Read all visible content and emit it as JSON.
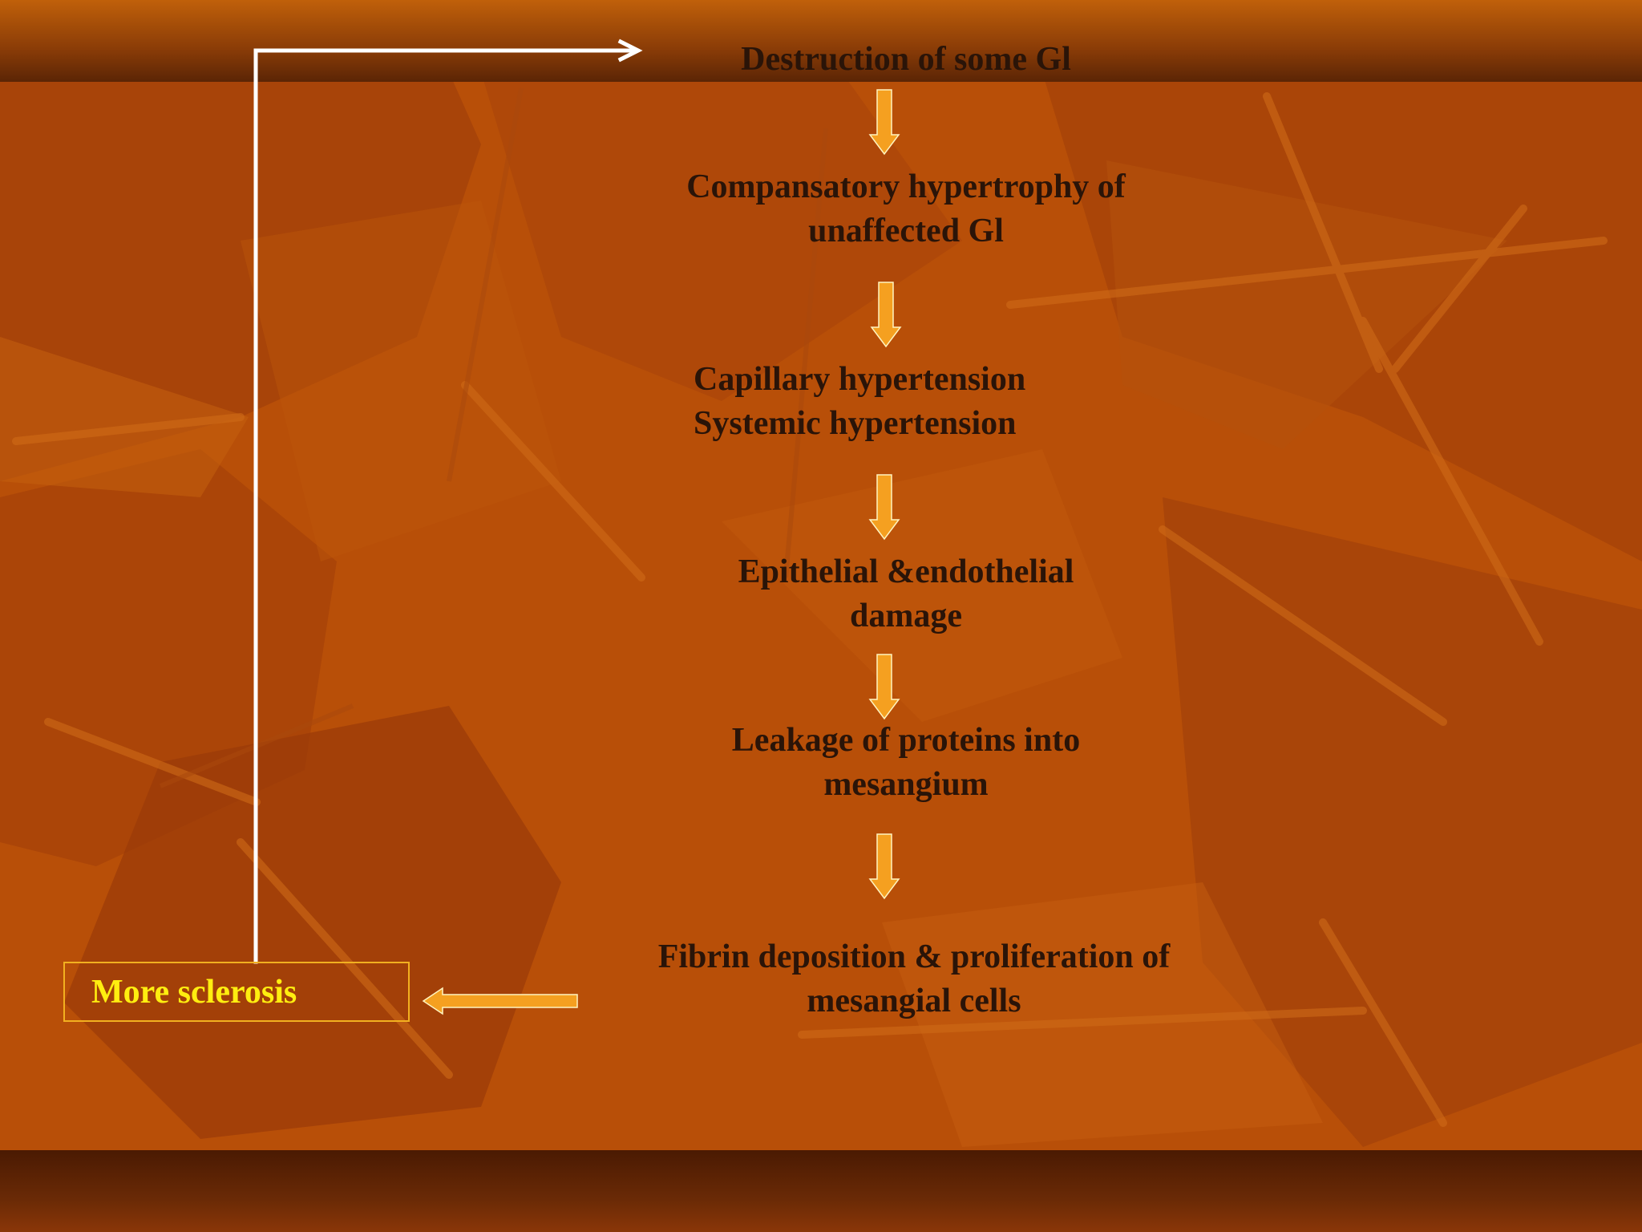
{
  "steps": [
    {
      "id": "destruction",
      "lines": [
        "Destruction of some Gl"
      ]
    },
    {
      "id": "hypertrophy",
      "lines": [
        "Compansatory hypertrophy of",
        "unaffected Gl"
      ]
    },
    {
      "id": "hypertension",
      "lines": [
        "Capillary hypertension",
        "Systemic hypertension"
      ]
    },
    {
      "id": "damage",
      "lines": [
        "Epithelial &endothelial",
        "damage"
      ]
    },
    {
      "id": "leakage",
      "lines": [
        "Leakage of proteins into",
        "mesangium"
      ]
    },
    {
      "id": "fibrin",
      "lines": [
        "Fibrin deposition & proliferation of",
        "mesangial cells"
      ]
    }
  ],
  "result_box": {
    "label": "More sclerosis"
  },
  "colors": {
    "background": "#b84f08",
    "text": "#2a1408",
    "arrow_fill": "#f5a020",
    "result_text": "#ffee10",
    "feedback_line": "#ffffff"
  }
}
